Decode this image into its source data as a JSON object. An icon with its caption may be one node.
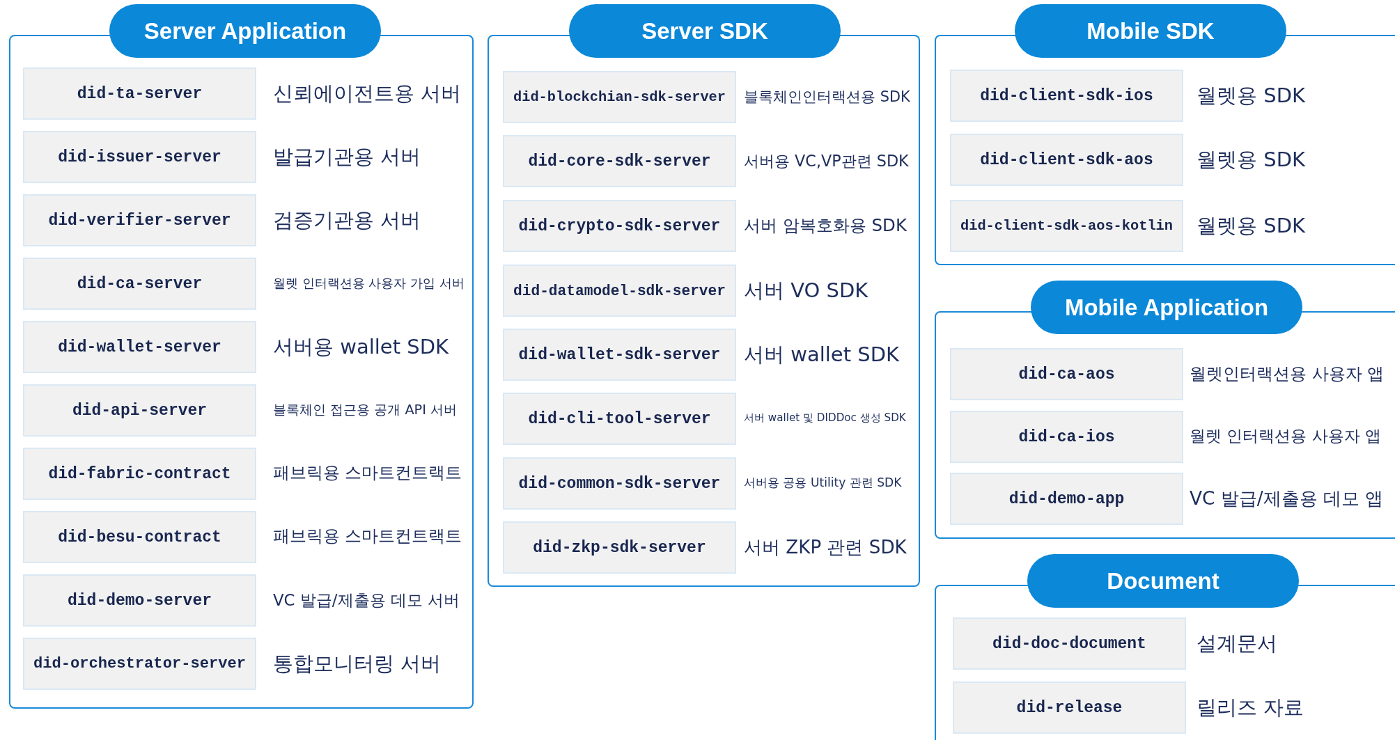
{
  "diagram": {
    "nodes": [
      {
        "text": [
          "Server Application"
        ]
      },
      {
        "text": [
          "did-ta-server"
        ],
        "in": 0,
        "beside": [
          "신뢰에이전트용 서버"
        ]
      },
      {
        "text": [
          "did-issuer-server"
        ],
        "in": 0,
        "beside": [
          "발급기관용 서버"
        ]
      },
      {
        "text": [
          "did-verifier-server"
        ],
        "in": 0,
        "beside": [
          "검증기관용 서버"
        ]
      },
      {
        "text": [
          "did-ca-server"
        ],
        "in": 0,
        "beside": [
          "월렛 인터랙션용 사용자 가입 서버"
        ]
      },
      {
        "text": [
          "did-wallet-server"
        ],
        "in": 0,
        "beside": [
          "서버용 wallet SDK"
        ]
      },
      {
        "text": [
          "did-api-server"
        ],
        "in": 0,
        "beside": [
          "블록체인 접근용 공개 API 서버"
        ]
      },
      {
        "text": [
          "did-fabric-contract"
        ],
        "in": 0,
        "beside": [
          "패브릭용 스마트컨트랙트"
        ]
      },
      {
        "text": [
          "did-besu-contract"
        ],
        "in": 0,
        "beside": [
          "패브릭용 스마트컨트랙트"
        ]
      },
      {
        "text": [
          "did-demo-server"
        ],
        "in": 0,
        "beside": [
          "VC 발급/제출용 데모 서버"
        ]
      },
      {
        "text": [
          "did-orchestrator-server"
        ],
        "in": 0,
        "beside": [
          "통합모니터링 서버"
        ]
      },
      {
        "text": [
          "Server SDK"
        ]
      },
      {
        "text": [
          "did-blockchian-sdk-server"
        ],
        "in": 11,
        "beside": [
          "블록체인인터랙션용 SDK"
        ]
      },
      {
        "text": [
          "did-core-sdk-server"
        ],
        "in": 11,
        "beside": [
          "서버용 VC,VP관련 SDK"
        ]
      },
      {
        "text": [
          "did-crypto-sdk-server"
        ],
        "in": 11,
        "beside": [
          "서버 암복호화용 SDK"
        ]
      },
      {
        "text": [
          "did-datamodel-sdk-server"
        ],
        "in": 11,
        "beside": [
          "서버 VO SDK"
        ]
      },
      {
        "text": [
          "did-wallet-sdk-server"
        ],
        "in": 11,
        "beside": [
          "서버 wallet SDK"
        ]
      },
      {
        "text": [
          "did-cli-tool-server"
        ],
        "in": 11,
        "beside": [
          "서버 wallet 및 DIDDoc 생성 SDK"
        ]
      },
      {
        "text": [
          "did-common-sdk-server"
        ],
        "in": 11,
        "beside": [
          "서버용 공용 Utility 관련 SDK"
        ]
      },
      {
        "text": [
          "did-zkp-sdk-server"
        ],
        "in": 11,
        "beside": [
          "서버 ZKP 관련 SDK"
        ]
      },
      {
        "text": [
          "Mobile SDK"
        ]
      },
      {
        "text": [
          "did-client-sdk-ios"
        ],
        "in": 20,
        "beside": [
          "월렛용 SDK"
        ]
      },
      {
        "text": [
          "did-client-sdk-aos"
        ],
        "in": 20,
        "beside": [
          "월렛용 SDK"
        ]
      },
      {
        "text": [
          "did-client-sdk-aos-kotlin"
        ],
        "in": 20,
        "beside": [
          "월렛용 SDK"
        ]
      },
      {
        "text": [
          "Mobile Application"
        ]
      },
      {
        "text": [
          "did-ca-aos"
        ],
        "in": 24,
        "beside": [
          "월렛인터랙션용 사용자 앱"
        ]
      },
      {
        "text": [
          "did-ca-ios"
        ],
        "in": 24,
        "beside": [
          "월렛 인터랙션용 사용자 앱"
        ]
      },
      {
        "text": [
          "did-demo-app"
        ],
        "in": 24,
        "beside": [
          "VC 발급/제출용 데모 앱"
        ]
      },
      {
        "text": [
          "Document"
        ]
      },
      {
        "text": [
          "did-doc-document"
        ],
        "in": 28,
        "beside": [
          "설계문서"
        ]
      },
      {
        "text": [
          "did-release"
        ],
        "in": 28,
        "beside": [
          "릴리즈 자료"
        ]
      }
    ]
  }
}
